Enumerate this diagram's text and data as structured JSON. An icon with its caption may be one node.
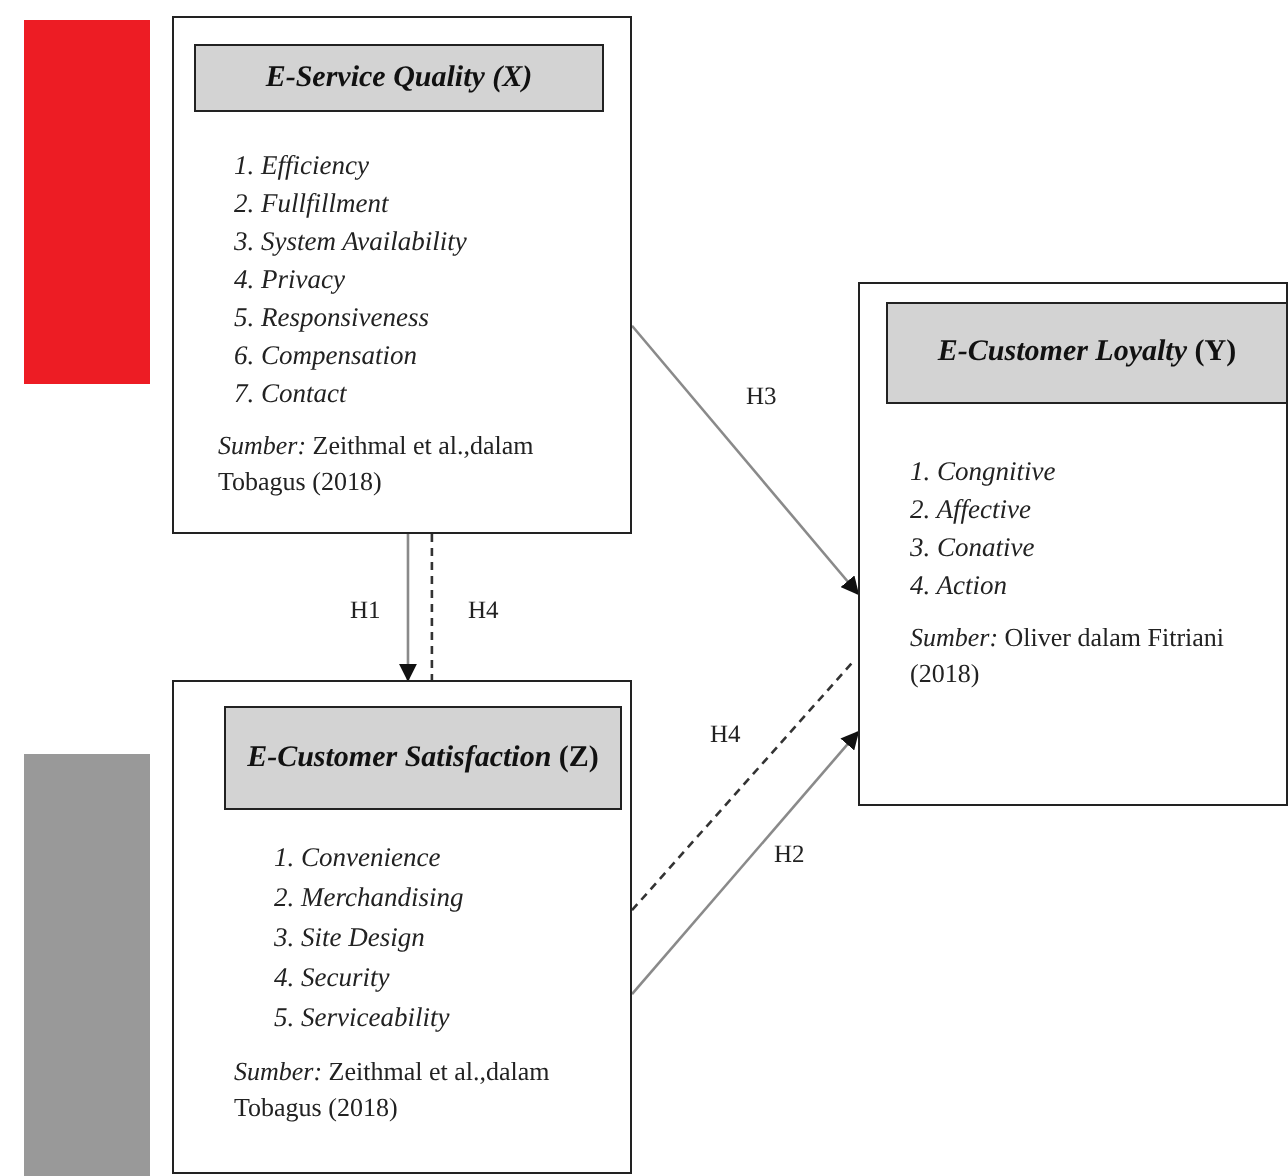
{
  "diagram": {
    "nodes": [
      {
        "text": [
          "1. Efficiency",
          "2. Fullfillment",
          "3. System Availability",
          "4. Privacy",
          "5. Responsiveness",
          "6. Compensation",
          "7. Contact",
          "*Sumber:* Zeithmal et al.,dalam Tobagus (2018)"
        ]
      },
      {
        "text": [
          "E-Service Quality (X)"
        ],
        "in": 0
      },
      {
        "text": [
          "1. Congnitive",
          "2. Affective",
          "3. Conative",
          "4. Action",
          "*Sumber:* Oliver dalam Fitriani (2018)"
        ]
      },
      {
        "text": [
          "*E-Customer Loyalty* (Y)"
        ],
        "in": 2
      },
      {
        "text": [
          "1. Convenience",
          "2. Merchandising",
          "3. Site Design",
          "4. Security",
          "5. Serviceability",
          "*Sumber:* Zeithmal et al.,dalam Tobagus (2018)"
        ]
      },
      {
        "text": [
          "*E-Customer Satisfaction* (Z)"
        ],
        "in": 4
      },
      {
        "text": [],
        "shape": "bar"
      },
      {
        "text": [],
        "shape": "bar"
      }
    ],
    "edges": [
      {
        "from": 0,
        "to": 4,
        "arrow": "to",
        "label": "H1"
      },
      {
        "from": 0,
        "to": 4,
        "arrow": "none",
        "label": "H4",
        "style": "dashed"
      },
      {
        "from": 0,
        "to": 2,
        "arrow": "to",
        "label": "H3"
      },
      {
        "from": 4,
        "to": 2,
        "arrow": "none",
        "label": "H4",
        "style": "dashed"
      },
      {
        "from": 4,
        "to": 2,
        "arrow": "to",
        "label": "H2"
      }
    ]
  }
}
